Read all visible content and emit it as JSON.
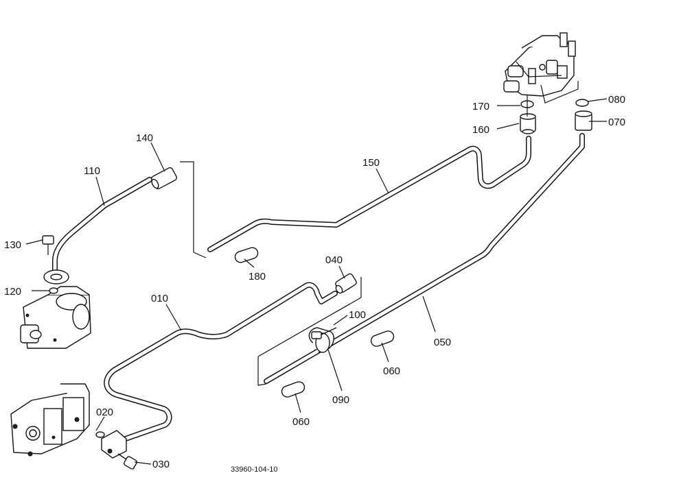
{
  "diagram": {
    "reference_number": "33960-104-10",
    "callouts": [
      {
        "id": "c010",
        "text": "010"
      },
      {
        "id": "c020",
        "text": "020"
      },
      {
        "id": "c030",
        "text": "030"
      },
      {
        "id": "c040",
        "text": "040"
      },
      {
        "id": "c050",
        "text": "050"
      },
      {
        "id": "c060a",
        "text": "060"
      },
      {
        "id": "c060b",
        "text": "060"
      },
      {
        "id": "c070",
        "text": "070"
      },
      {
        "id": "c080",
        "text": "080"
      },
      {
        "id": "c090",
        "text": "090"
      },
      {
        "id": "c100",
        "text": "100"
      },
      {
        "id": "c110",
        "text": "110"
      },
      {
        "id": "c120",
        "text": "120"
      },
      {
        "id": "c130",
        "text": "130"
      },
      {
        "id": "c140",
        "text": "140"
      },
      {
        "id": "c150",
        "text": "150"
      },
      {
        "id": "c160",
        "text": "160"
      },
      {
        "id": "c170",
        "text": "170"
      },
      {
        "id": "c180",
        "text": "180"
      }
    ]
  }
}
